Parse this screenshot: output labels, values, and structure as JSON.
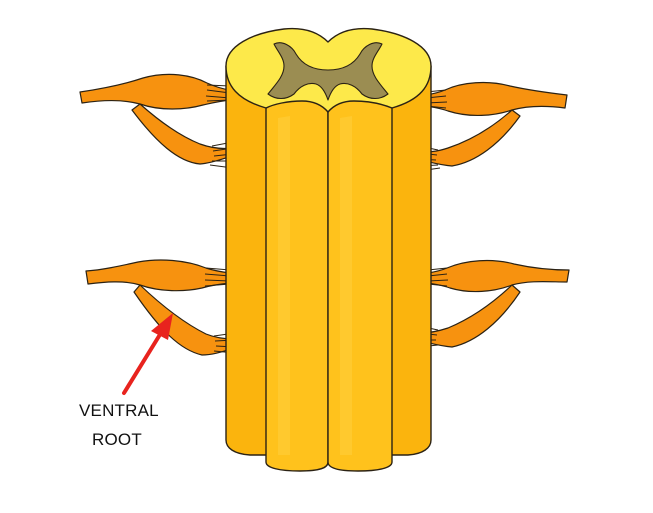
{
  "annotation": {
    "label_line_1": "VENTRAL",
    "label_line_2": "ROOT",
    "arrow_color": "#e8231e",
    "target": "ventral-root"
  },
  "colors": {
    "cord_fill": "#fbb40d",
    "cord_highlight": "#ffc82c",
    "cross_section": "#fde94a",
    "grey_matter": "#9b8d52",
    "nerve_root": "#f7920f",
    "outline": "#2b2214",
    "background": "#ffffff"
  }
}
